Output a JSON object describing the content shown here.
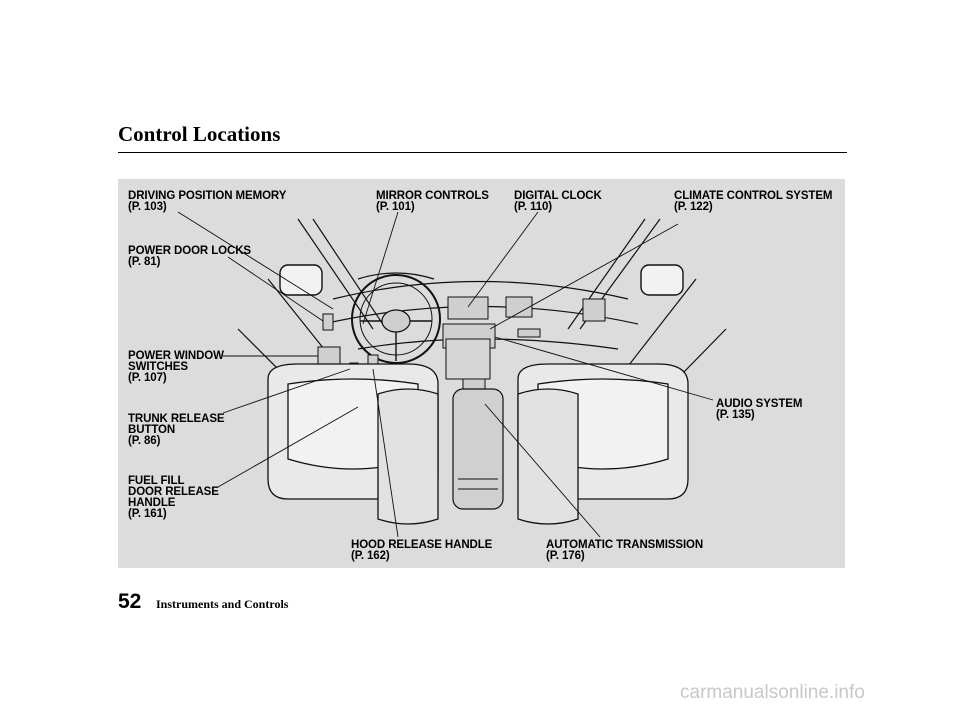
{
  "page": {
    "title": "Control Locations",
    "page_number": "52",
    "section": "Instruments and Controls",
    "watermark": "carmanualsonline.info"
  },
  "callouts": [
    {
      "id": "driving-position-memory",
      "text": "DRIVING POSITION MEMORY\n(P. 103)"
    },
    {
      "id": "mirror-controls",
      "text": "MIRROR CONTROLS\n(P. 101)"
    },
    {
      "id": "digital-clock",
      "text": "DIGITAL CLOCK\n(P. 110)"
    },
    {
      "id": "climate-control-system",
      "text": "CLIMATE CONTROL SYSTEM\n(P. 122)"
    },
    {
      "id": "power-door-locks",
      "text": "POWER DOOR LOCKS\n(P. 81)"
    },
    {
      "id": "power-window-switches",
      "text": "POWER WINDOW\nSWITCHES\n(P. 107)"
    },
    {
      "id": "trunk-release-button",
      "text": "TRUNK RELEASE\nBUTTON\n(P. 86)"
    },
    {
      "id": "fuel-fill-door-release-handle",
      "text": "FUEL FILL\nDOOR RELEASE\nHANDLE\n(P. 161)"
    },
    {
      "id": "audio-system",
      "text": "AUDIO SYSTEM\n(P. 135)"
    },
    {
      "id": "hood-release-handle",
      "text": "HOOD RELEASE HANDLE\n(P. 162)"
    },
    {
      "id": "automatic-transmission",
      "text": "AUTOMATIC TRANSMISSION\n(P. 176)"
    }
  ],
  "colors": {
    "figure_bg": "#dcdcdc",
    "line": "#111111",
    "seat": "#e9e9e9"
  }
}
